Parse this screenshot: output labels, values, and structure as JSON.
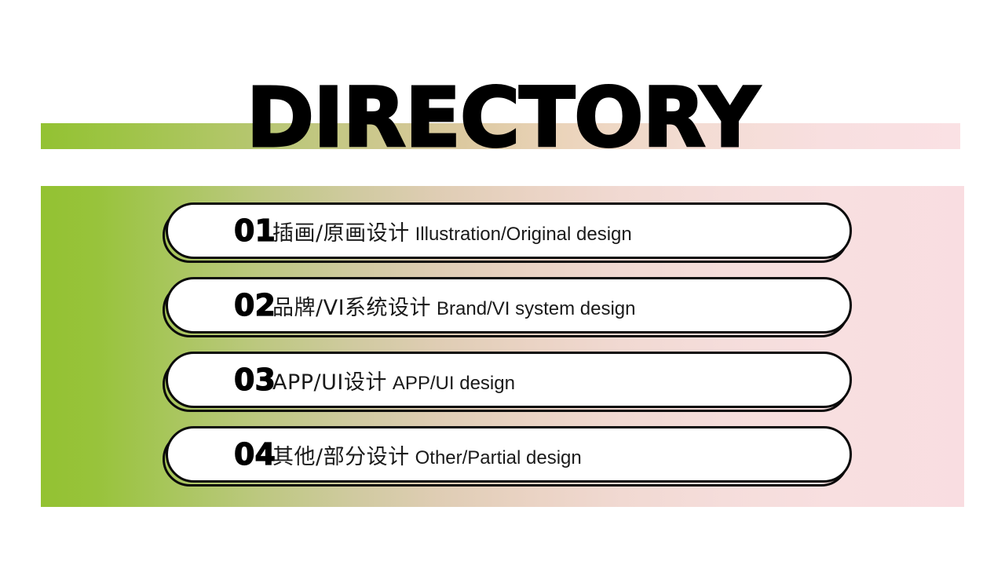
{
  "slide": {
    "title": "DIRECTORY",
    "background_color": "#ffffff"
  },
  "accent_stripe": {
    "from_color": "#93c232",
    "to_color": "#fae1e4"
  },
  "panel": {
    "from_color": "#93c232",
    "to_color": "#f9dde1"
  },
  "directory": {
    "items": [
      {
        "number": "01",
        "zh": "插画/原画设计",
        "en": "Illustration/Original design"
      },
      {
        "number": "02",
        "zh": "品牌/VI系统设计",
        "en": "Brand/VI system design"
      },
      {
        "number": "03",
        "zh": "APP/UI设计",
        "en": "APP/UI design"
      },
      {
        "number": "04",
        "zh": "其他/部分设计",
        "en": "Other/Partial design"
      }
    ]
  }
}
